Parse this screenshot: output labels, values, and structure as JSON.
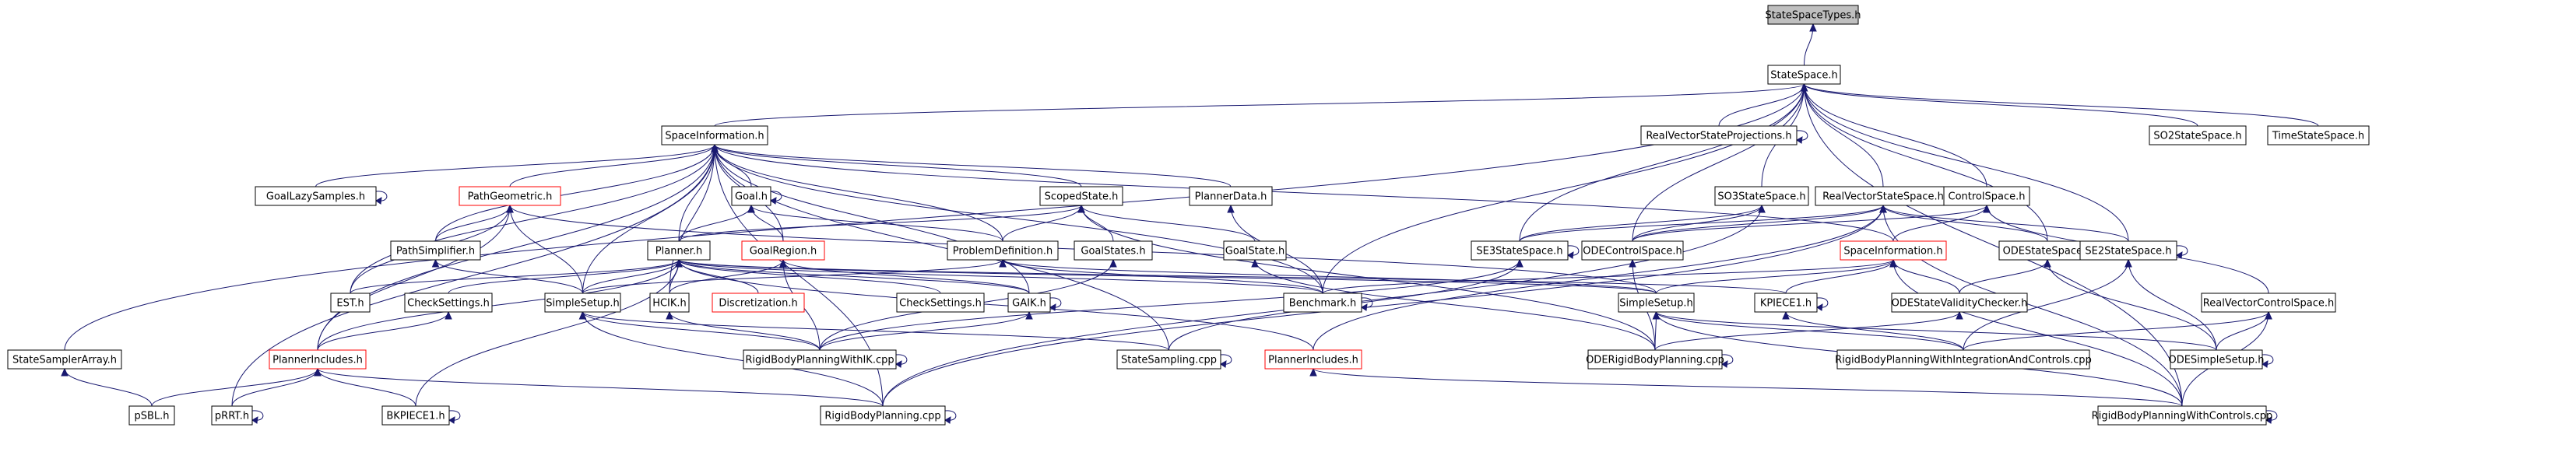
{
  "nodes": [
    {
      "id": "root",
      "label": "StateSpaceTypes.h",
      "style": "root"
    },
    {
      "id": "statespace",
      "label": "StateSpace.h"
    },
    {
      "id": "spaceinfo",
      "label": "SpaceInformation.h"
    },
    {
      "id": "rvsproj",
      "label": "RealVectorStateProjections.h"
    },
    {
      "id": "so2",
      "label": "SO2StateSpace.h"
    },
    {
      "id": "timess",
      "label": "TimeStateSpace.h"
    },
    {
      "id": "goallazy",
      "label": "GoalLazySamples.h"
    },
    {
      "id": "pathgeom",
      "label": "PathGeometric.h",
      "style": "red"
    },
    {
      "id": "goal",
      "label": "Goal.h"
    },
    {
      "id": "scoped",
      "label": "ScopedState.h"
    },
    {
      "id": "plannerdata",
      "label": "PlannerData.h"
    },
    {
      "id": "so3",
      "label": "SO3StateSpace.h"
    },
    {
      "id": "rvss",
      "label": "RealVectorStateSpace.h"
    },
    {
      "id": "controlspace",
      "label": "ControlSpace.h"
    },
    {
      "id": "pathsimp",
      "label": "PathSimplifier.h"
    },
    {
      "id": "planner",
      "label": "Planner.h"
    },
    {
      "id": "goalregion",
      "label": "GoalRegion.h",
      "style": "red"
    },
    {
      "id": "probdef",
      "label": "ProblemDefinition.h"
    },
    {
      "id": "goalstates",
      "label": "GoalStates.h"
    },
    {
      "id": "goalstate",
      "label": "GoalState.h"
    },
    {
      "id": "se3",
      "label": "SE3StateSpace.h"
    },
    {
      "id": "odecontrol",
      "label": "ODEControlSpace.h"
    },
    {
      "id": "cspaceinfo",
      "label": "SpaceInformation.h",
      "style": "red"
    },
    {
      "id": "odess",
      "label": "ODEStateSpace.h"
    },
    {
      "id": "se2",
      "label": "SE2StateSpace.h"
    },
    {
      "id": "est",
      "label": "EST.h"
    },
    {
      "id": "checksettings1",
      "label": "CheckSettings.h"
    },
    {
      "id": "simplesetup1",
      "label": "SimpleSetup.h"
    },
    {
      "id": "hcik",
      "label": "HCIK.h"
    },
    {
      "id": "discretization",
      "label": "Discretization.h",
      "style": "red"
    },
    {
      "id": "checksettings2",
      "label": "CheckSettings.h"
    },
    {
      "id": "gaik",
      "label": "GAIK.h"
    },
    {
      "id": "benchmark",
      "label": "Benchmark.h"
    },
    {
      "id": "simplesetup2",
      "label": "SimpleSetup.h"
    },
    {
      "id": "kpiece1",
      "label": "KPIECE1.h"
    },
    {
      "id": "odevalidity",
      "label": "ODEStateValidityChecker.h"
    },
    {
      "id": "rvcontrolspace",
      "label": "RealVectorControlSpace.h"
    },
    {
      "id": "samplerarray",
      "label": "StateSamplerArray.h"
    },
    {
      "id": "plannerincludes1",
      "label": "PlannerIncludes.h",
      "style": "red"
    },
    {
      "id": "rbpwithik",
      "label": "RigidBodyPlanningWithIK.cpp"
    },
    {
      "id": "statesampling",
      "label": "StateSampling.cpp"
    },
    {
      "id": "plannerincludes2",
      "label": "PlannerIncludes.h",
      "style": "red"
    },
    {
      "id": "oderbp",
      "label": "ODERigidBodyPlanning.cpp"
    },
    {
      "id": "rbpintctrl",
      "label": "RigidBodyPlanningWithIntegrationAndControls.cpp"
    },
    {
      "id": "odesimplesetup",
      "label": "ODESimpleSetup.h"
    },
    {
      "id": "psbl",
      "label": "pSBL.h"
    },
    {
      "id": "prrt",
      "label": "pRRT.h"
    },
    {
      "id": "bkpiece1",
      "label": "BKPIECE1.h"
    },
    {
      "id": "rbp",
      "label": "RigidBodyPlanning.cpp"
    },
    {
      "id": "rbpctrl",
      "label": "RigidBodyPlanningWithControls.cpp"
    }
  ],
  "edges": [
    [
      "root",
      "statespace"
    ],
    [
      "statespace",
      "spaceinfo"
    ],
    [
      "statespace",
      "rvsproj"
    ],
    [
      "statespace",
      "so2"
    ],
    [
      "statespace",
      "timess"
    ],
    [
      "statespace",
      "so3"
    ],
    [
      "statespace",
      "rvss"
    ],
    [
      "statespace",
      "controlspace"
    ],
    [
      "statespace",
      "se3"
    ],
    [
      "statespace",
      "odecontrol"
    ],
    [
      "statespace",
      "odess"
    ],
    [
      "statespace",
      "se2"
    ],
    [
      "statespace",
      "benchmark"
    ],
    [
      "statespace",
      "samplerarray"
    ],
    [
      "statespace",
      "rbpctrl"
    ],
    [
      "spaceinfo",
      "goallazy"
    ],
    [
      "spaceinfo",
      "pathgeom"
    ],
    [
      "spaceinfo",
      "goal"
    ],
    [
      "spaceinfo",
      "scoped"
    ],
    [
      "spaceinfo",
      "plannerdata"
    ],
    [
      "spaceinfo",
      "pathsimp"
    ],
    [
      "spaceinfo",
      "planner"
    ],
    [
      "spaceinfo",
      "probdef"
    ],
    [
      "spaceinfo",
      "est"
    ],
    [
      "spaceinfo",
      "simplesetup1"
    ],
    [
      "spaceinfo",
      "hcik"
    ],
    [
      "spaceinfo",
      "gaik"
    ],
    [
      "spaceinfo",
      "benchmark"
    ],
    [
      "spaceinfo",
      "cspaceinfo"
    ],
    [
      "spaceinfo",
      "plannerincludes1"
    ],
    [
      "spaceinfo",
      "prrt"
    ],
    [
      "spaceinfo",
      "statesampling"
    ],
    [
      "spaceinfo",
      "rbp"
    ],
    [
      "spaceinfo",
      "goalregion"
    ],
    [
      "rvsproj",
      "rvsproj"
    ],
    [
      "goal",
      "goal"
    ],
    [
      "goallazy",
      "goallazy"
    ],
    [
      "pathgeom",
      "pathsimp"
    ],
    [
      "pathgeom",
      "simplesetup1"
    ],
    [
      "pathgeom",
      "est"
    ],
    [
      "pathgeom",
      "plannerincludes1"
    ],
    [
      "pathgeom",
      "simplesetup2"
    ],
    [
      "goal",
      "planner"
    ],
    [
      "goal",
      "goalregion"
    ],
    [
      "goal",
      "probdef"
    ],
    [
      "scoped",
      "planner"
    ],
    [
      "scoped",
      "probdef"
    ],
    [
      "scoped",
      "goalstates"
    ],
    [
      "scoped",
      "goalstate"
    ],
    [
      "scoped",
      "oderbp"
    ],
    [
      "plannerdata",
      "benchmark"
    ],
    [
      "so3",
      "se3"
    ],
    [
      "so3",
      "odecontrol"
    ],
    [
      "so3",
      "rbp"
    ],
    [
      "rvss",
      "se3"
    ],
    [
      "rvss",
      "odecontrol"
    ],
    [
      "rvss",
      "se2"
    ],
    [
      "rvss",
      "odess"
    ],
    [
      "rvss",
      "rbpctrl"
    ],
    [
      "rvss",
      "plannerincludes2"
    ],
    [
      "rvss",
      "rbp"
    ],
    [
      "controlspace",
      "odecontrol"
    ],
    [
      "controlspace",
      "cspaceinfo"
    ],
    [
      "controlspace",
      "rvcontrolspace"
    ],
    [
      "pathsimp",
      "simplesetup1"
    ],
    [
      "planner",
      "est"
    ],
    [
      "planner",
      "checksettings1"
    ],
    [
      "planner",
      "simplesetup1"
    ],
    [
      "planner",
      "hcik"
    ],
    [
      "planner",
      "discretization"
    ],
    [
      "planner",
      "checksettings2"
    ],
    [
      "planner",
      "gaik"
    ],
    [
      "planner",
      "benchmark"
    ],
    [
      "planner",
      "simplesetup2"
    ],
    [
      "planner",
      "kpiece1"
    ],
    [
      "planner",
      "plannerincludes1"
    ],
    [
      "planner",
      "bkpiece1"
    ],
    [
      "planner",
      "plannerincludes2"
    ],
    [
      "goalregion",
      "hcik"
    ],
    [
      "goalregion",
      "gaik"
    ],
    [
      "goalregion",
      "rbpwithik"
    ],
    [
      "probdef",
      "simplesetup1"
    ],
    [
      "probdef",
      "benchmark"
    ],
    [
      "probdef",
      "simplesetup2"
    ],
    [
      "goalstates",
      "rbpwithik"
    ],
    [
      "goalstate",
      "oderbp"
    ],
    [
      "se3",
      "se3"
    ],
    [
      "se3",
      "statesampling"
    ],
    [
      "se3",
      "rbpwithik"
    ],
    [
      "odecontrol",
      "oderbp"
    ],
    [
      "cspaceinfo",
      "simplesetup2"
    ],
    [
      "cspaceinfo",
      "kpiece1"
    ],
    [
      "cspaceinfo",
      "odevalidity"
    ],
    [
      "cspaceinfo",
      "benchmark"
    ],
    [
      "cspaceinfo",
      "rbpctrl"
    ],
    [
      "odess",
      "odevalidity"
    ],
    [
      "odess",
      "odesimplesetup"
    ],
    [
      "se2",
      "se2"
    ],
    [
      "se2",
      "rbpintctrl"
    ],
    [
      "se2",
      "odesimplesetup"
    ],
    [
      "checksettings1",
      "plannerincludes1"
    ],
    [
      "simplesetup1",
      "rbpwithik"
    ],
    [
      "simplesetup1",
      "statesampling"
    ],
    [
      "simplesetup1",
      "rbp"
    ],
    [
      "hcik",
      "rbpwithik"
    ],
    [
      "gaik",
      "gaik"
    ],
    [
      "gaik",
      "rbpwithik"
    ],
    [
      "kpiece1",
      "kpiece1"
    ],
    [
      "simplesetup2",
      "oderbp"
    ],
    [
      "simplesetup2",
      "rbpintctrl"
    ],
    [
      "simplesetup2",
      "odesimplesetup"
    ],
    [
      "simplesetup2",
      "rbpctrl"
    ],
    [
      "kpiece1",
      "rbpintctrl"
    ],
    [
      "odevalidity",
      "oderbp"
    ],
    [
      "rvcontrolspace",
      "odesimplesetup"
    ],
    [
      "rvcontrolspace",
      "rbpintctrl"
    ],
    [
      "rvcontrolspace",
      "rbpctrl"
    ],
    [
      "samplerarray",
      "psbl"
    ],
    [
      "plannerincludes1",
      "psbl"
    ],
    [
      "plannerincludes1",
      "prrt"
    ],
    [
      "plannerincludes1",
      "bkpiece1"
    ],
    [
      "plannerincludes1",
      "rbp"
    ],
    [
      "prrt",
      "prrt"
    ],
    [
      "bkpiece1",
      "bkpiece1"
    ],
    [
      "rbpwithik",
      "rbpwithik"
    ],
    [
      "oderbp",
      "oderbp"
    ],
    [
      "odesimplesetup",
      "odesimplesetup"
    ],
    [
      "plannerincludes2",
      "rbpctrl"
    ],
    [
      "rbp",
      "rbp"
    ],
    [
      "rbpctrl",
      "rbpctrl"
    ],
    [
      "benchmark",
      "benchmark"
    ],
    [
      "statesampling",
      "statesampling"
    ]
  ]
}
